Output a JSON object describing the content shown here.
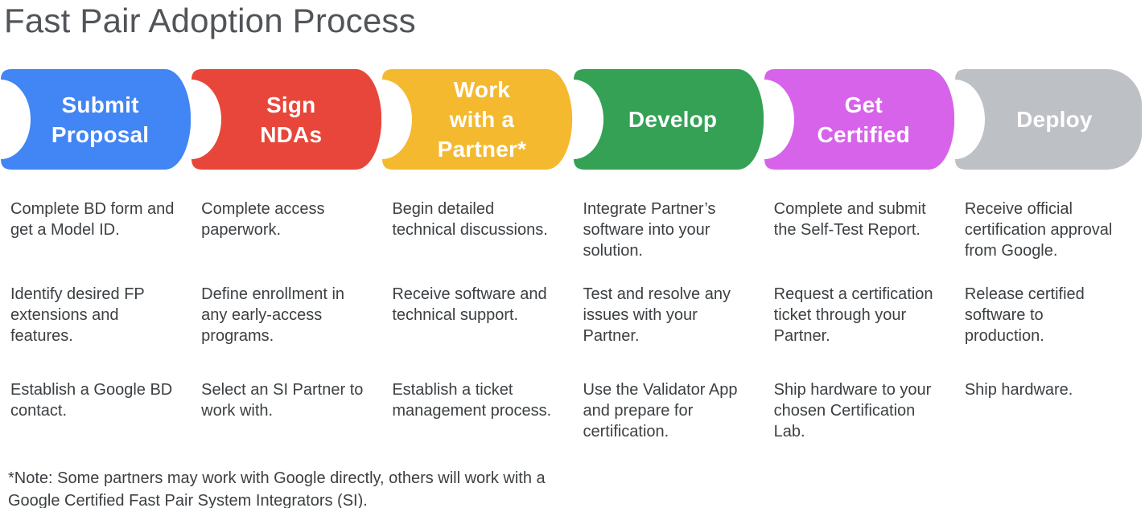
{
  "title": "Fast Pair Adoption Process",
  "colors": {
    "title": "#515458",
    "text": "#3C4043",
    "label": "#FFFFFF",
    "background": "#FFFFFF"
  },
  "stages": [
    {
      "label": "Submit\nProposal",
      "color": "#4285F4",
      "items": [
        "Complete BD form and\nget a Model ID.",
        "Identify desired FP\nextensions and\nfeatures.",
        "Establish a Google BD\ncontact."
      ]
    },
    {
      "label": "Sign\nNDAs",
      "color": "#E8463A",
      "items": [
        "Complete access\npaperwork.",
        "Define enrollment in\nany early-access\nprograms.",
        "Select an SI Partner to\nwork with."
      ]
    },
    {
      "label": "Work\nwith a\nPartner*",
      "color": "#F4B92F",
      "items": [
        "Begin detailed\ntechnical discussions.",
        "Receive software and\ntechnical support.",
        "Establish a ticket\nmanagement process."
      ]
    },
    {
      "label": "Develop",
      "color": "#34A155",
      "items": [
        "Integrate Partner’s\nsoftware into your\nsolution.",
        "Test and resolve any\nissues with your\nPartner.",
        "Use the Validator App\nand prepare for\ncertification."
      ]
    },
    {
      "label": "Get\nCertified",
      "color": "#D763EA",
      "items": [
        "Complete and submit\nthe Self-Test Report.",
        "Request a certification\nticket through your\nPartner.",
        "Ship hardware to your\nchosen Certification\nLab."
      ]
    },
    {
      "label": "Deploy",
      "color": "#BDC1C6",
      "items": [
        "Receive official\ncertification approval\nfrom Google.",
        "Release certified\nsoftware to\nproduction.",
        "Ship hardware."
      ]
    }
  ],
  "footnote": "*Note: Some partners may work with Google directly, others will work with a\nGoogle Certified Fast Pair System Integrators (SI)."
}
